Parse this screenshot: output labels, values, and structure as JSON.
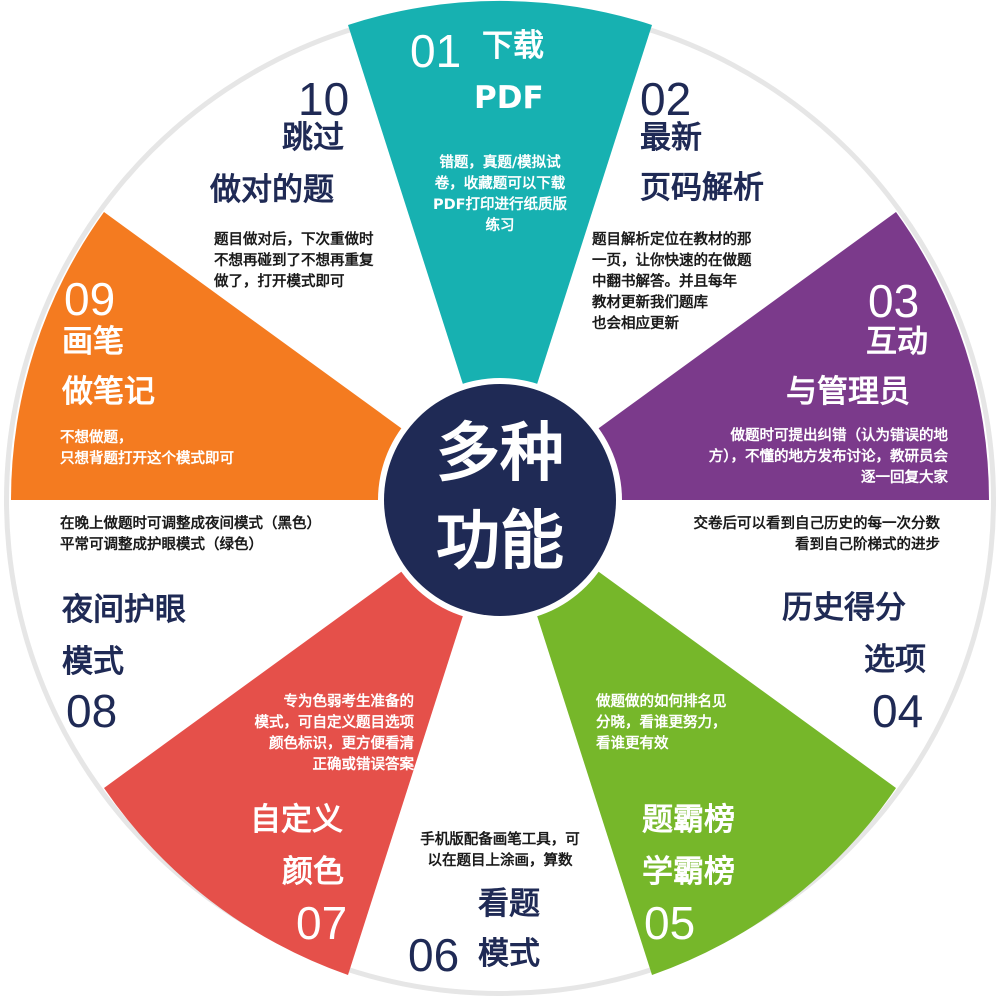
{
  "center": {
    "line1": "多种",
    "line2": "功能",
    "color": "#1f2a55"
  },
  "colors": {
    "teal": "#17b1b1",
    "purple": "#7b3a8b",
    "green": "#76b72a",
    "red": "#e5504a",
    "orange": "#f47b20",
    "white": "#ffffff",
    "navy": "#1f2a55",
    "ring": "#e6e6e6"
  },
  "features": [
    {
      "number": "01",
      "title": "下载",
      "title2": "PDF",
      "desc": [
        "错题，真题/模拟试",
        "卷，收藏题可以下载",
        "PDF打印进行纸质版",
        "练习"
      ]
    },
    {
      "number": "02",
      "title": "最新",
      "title2": "页码解析",
      "desc": [
        "题目解析定位在教材的那",
        "一页，让你快速的在做题",
        "中翻书解答。并且每年",
        "教材更新我们题库",
        "也会相应更新"
      ]
    },
    {
      "number": "03",
      "title": "互动",
      "title2": "与管理员",
      "desc": [
        "做题时可提出纠错（认为错误的地",
        "方），不懂的地方发布讨论，教研员会",
        "逐一回复大家"
      ]
    },
    {
      "number": "04",
      "title": "历史得分",
      "title2": "选项",
      "desc": [
        "交卷后可以看到自己历史的每一次分数",
        "看到自己阶梯式的进步"
      ]
    },
    {
      "number": "05",
      "title": "题霸榜",
      "title2": "学霸榜",
      "desc": [
        "做题做的如何排名见",
        "分晓，看谁更努力，",
        "看谁更有效"
      ]
    },
    {
      "number": "06",
      "title": "看题",
      "title2": "模式",
      "desc": [
        "手机版配备画笔工具，可",
        "以在题目上涂画，算数"
      ]
    },
    {
      "number": "07",
      "title": "自定义",
      "title2": "颜色",
      "desc": [
        "专为色弱考生准备的",
        "模式，可自定义题目选项",
        "颜色标识，更方便看清",
        "正确或错误答案"
      ]
    },
    {
      "number": "08",
      "title": "夜间护眼",
      "title2": "模式",
      "desc": [
        "在晚上做题时可调整成夜间模式（黑色）",
        "平常可调整成护眼模式（绿色）"
      ]
    },
    {
      "number": "09",
      "title": "画笔",
      "title2": "做笔记",
      "desc": [
        "不想做题，",
        "只想背题打开这个模式即可"
      ]
    },
    {
      "number": "10",
      "title": "跳过",
      "title2": "做对的题",
      "desc": [
        "题目做对后，下次重做时",
        "不想再碰到了不想再重复",
        "做了，打开模式即可"
      ]
    }
  ]
}
